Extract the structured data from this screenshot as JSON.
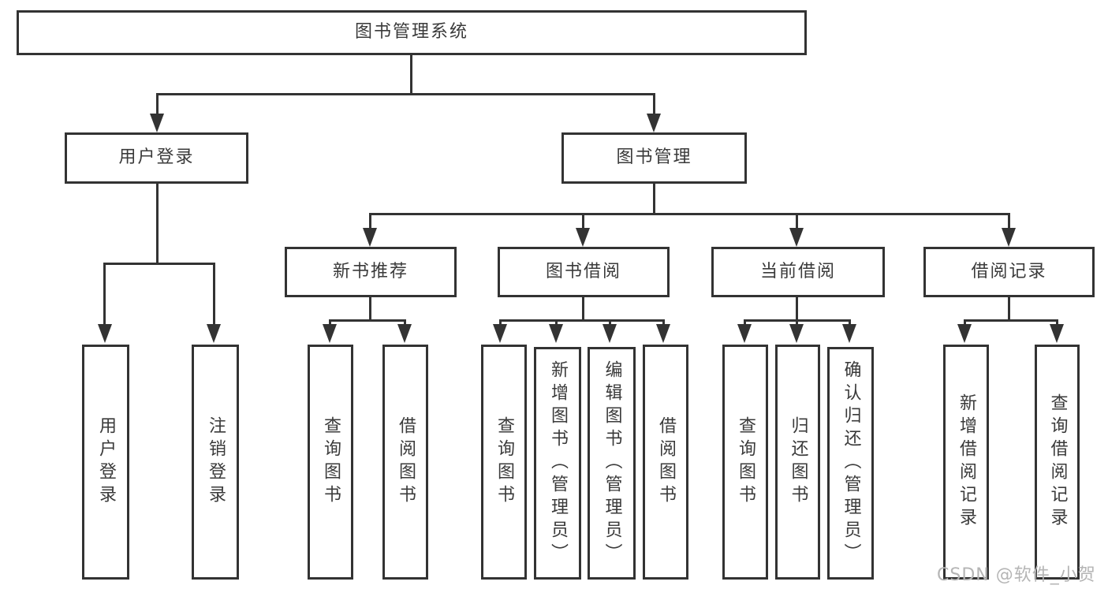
{
  "nodes": {
    "root": {
      "label": "图书管理系统"
    },
    "user_login": {
      "label": "用户登录"
    },
    "book_mgmt": {
      "label": "图书管理"
    },
    "login": {
      "label": "用户登录"
    },
    "logout": {
      "label": "注销登录"
    },
    "new_books": {
      "label": "新书推荐"
    },
    "book_borrow": {
      "label": "图书借阅"
    },
    "current_borrow": {
      "label": "当前借阅"
    },
    "borrow_records": {
      "label": "借阅记录"
    },
    "nb_query": {
      "label": "查询图书"
    },
    "nb_borrow": {
      "label": "借阅图书"
    },
    "bb_query": {
      "label": "查询图书"
    },
    "bb_add": {
      "label": "新增图书（管理员）"
    },
    "bb_edit": {
      "label": "编辑图书（管理员）"
    },
    "bb_borrow": {
      "label": "借阅图书"
    },
    "cb_query": {
      "label": "查询图书"
    },
    "cb_return": {
      "label": "归还图书"
    },
    "cb_confirm": {
      "label": "确认归还（管理员）"
    },
    "br_add": {
      "label": "新增借阅记录"
    },
    "br_query": {
      "label": "查询借阅记录"
    }
  },
  "structure": {
    "root": [
      "user_login",
      "book_mgmt"
    ],
    "user_login": [
      "login",
      "logout"
    ],
    "book_mgmt": [
      "new_books",
      "book_borrow",
      "current_borrow",
      "borrow_records"
    ],
    "new_books": [
      "nb_query",
      "nb_borrow"
    ],
    "book_borrow": [
      "bb_query",
      "bb_add",
      "bb_edit",
      "bb_borrow"
    ],
    "current_borrow": [
      "cb_query",
      "cb_return",
      "cb_confirm"
    ],
    "borrow_records": [
      "br_add",
      "br_query"
    ]
  },
  "watermark": {
    "text": "CSDN @软件_小贺同学",
    "color": "#b5b5b5"
  },
  "colors": {
    "line": "#333333",
    "text": "#3a3a3a",
    "background": "#ffffff"
  }
}
